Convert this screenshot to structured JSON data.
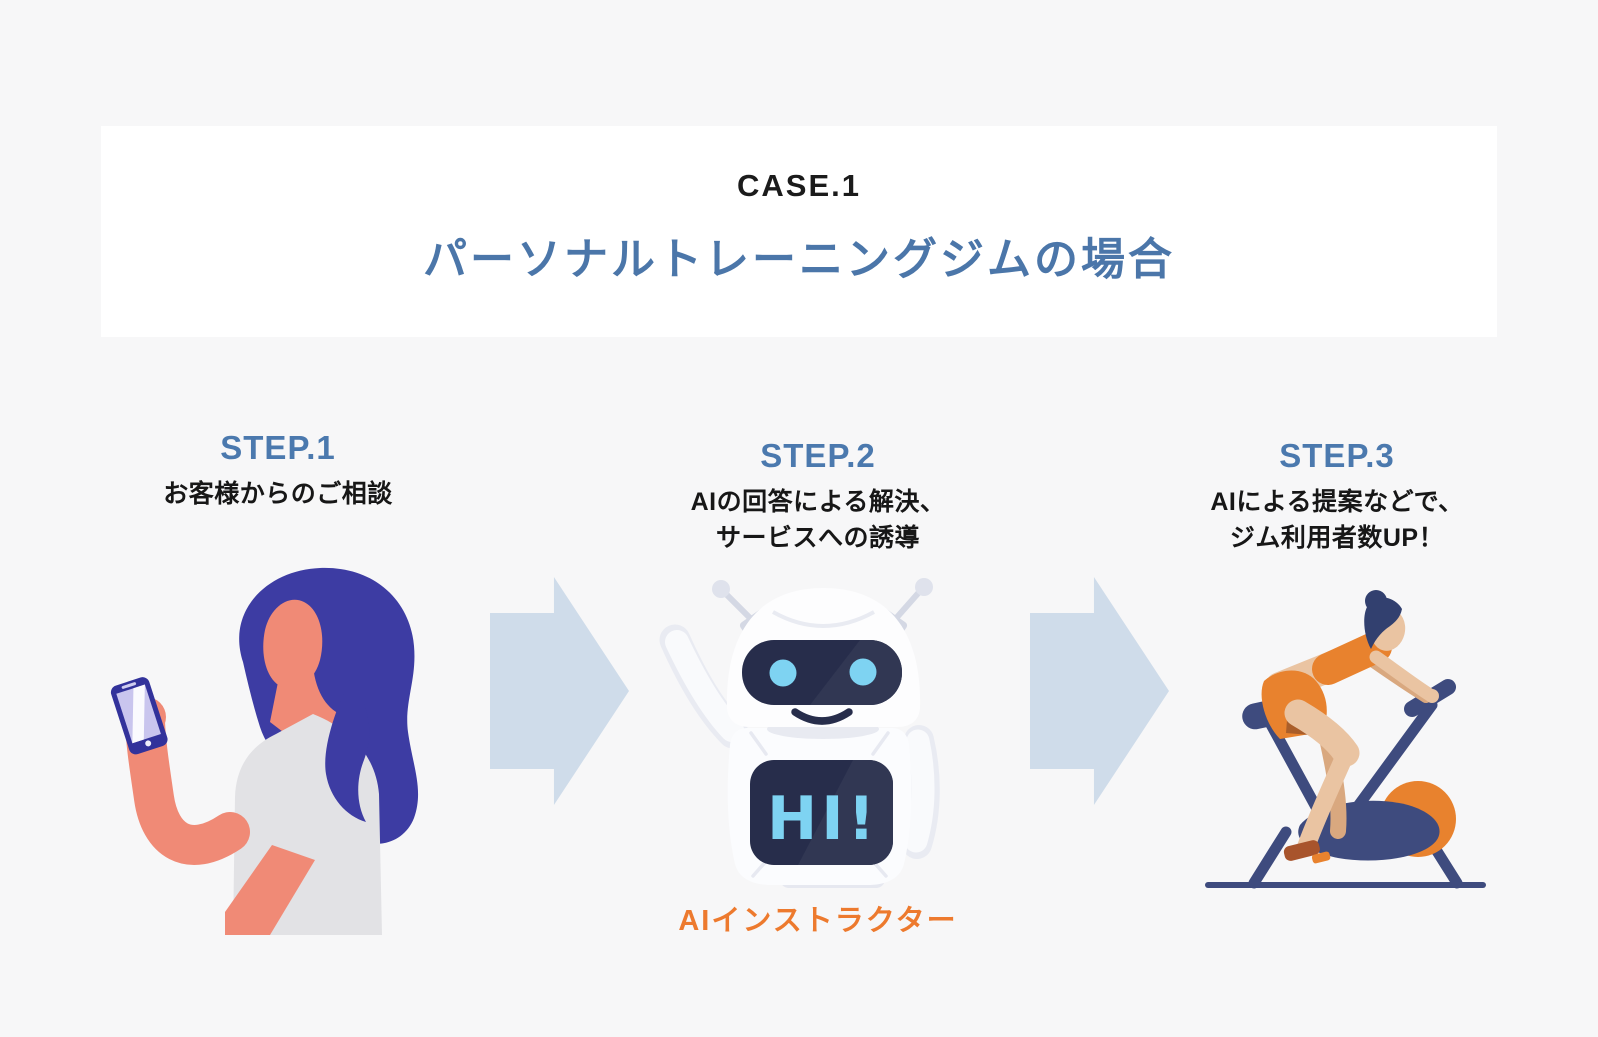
{
  "header": {
    "case_label": "CASE.1",
    "title": "パーソナルトレーニングジムの場合"
  },
  "steps": [
    {
      "label": "STEP.1",
      "lines": [
        "お客様からのご相談"
      ]
    },
    {
      "label": "STEP.2",
      "lines": [
        "AIの回答による解決、",
        "サービスへの誘導"
      ],
      "robot_screen_text": "HI!",
      "caption": "AIインストラクター"
    },
    {
      "label": "STEP.3",
      "lines": [
        "AIによる提案などで、",
        "ジム利用者数UP！"
      ]
    }
  ],
  "colors": {
    "background": "#f7f7f8",
    "panel": "#ffffff",
    "title_blue": "#4b76a9",
    "step_blue": "#4b79ae",
    "text_dark": "#171717",
    "accent_orange": "#ed7a2e",
    "arrow_blue": "#cfdcea",
    "robot_navy": "#272d4b",
    "robot_cyan": "#7ed3f2",
    "hair_indigo": "#3d3ca3",
    "skin_salmon": "#f08a76",
    "bike_navy": "#3e4b7e",
    "bike_orange": "#e8822e"
  }
}
